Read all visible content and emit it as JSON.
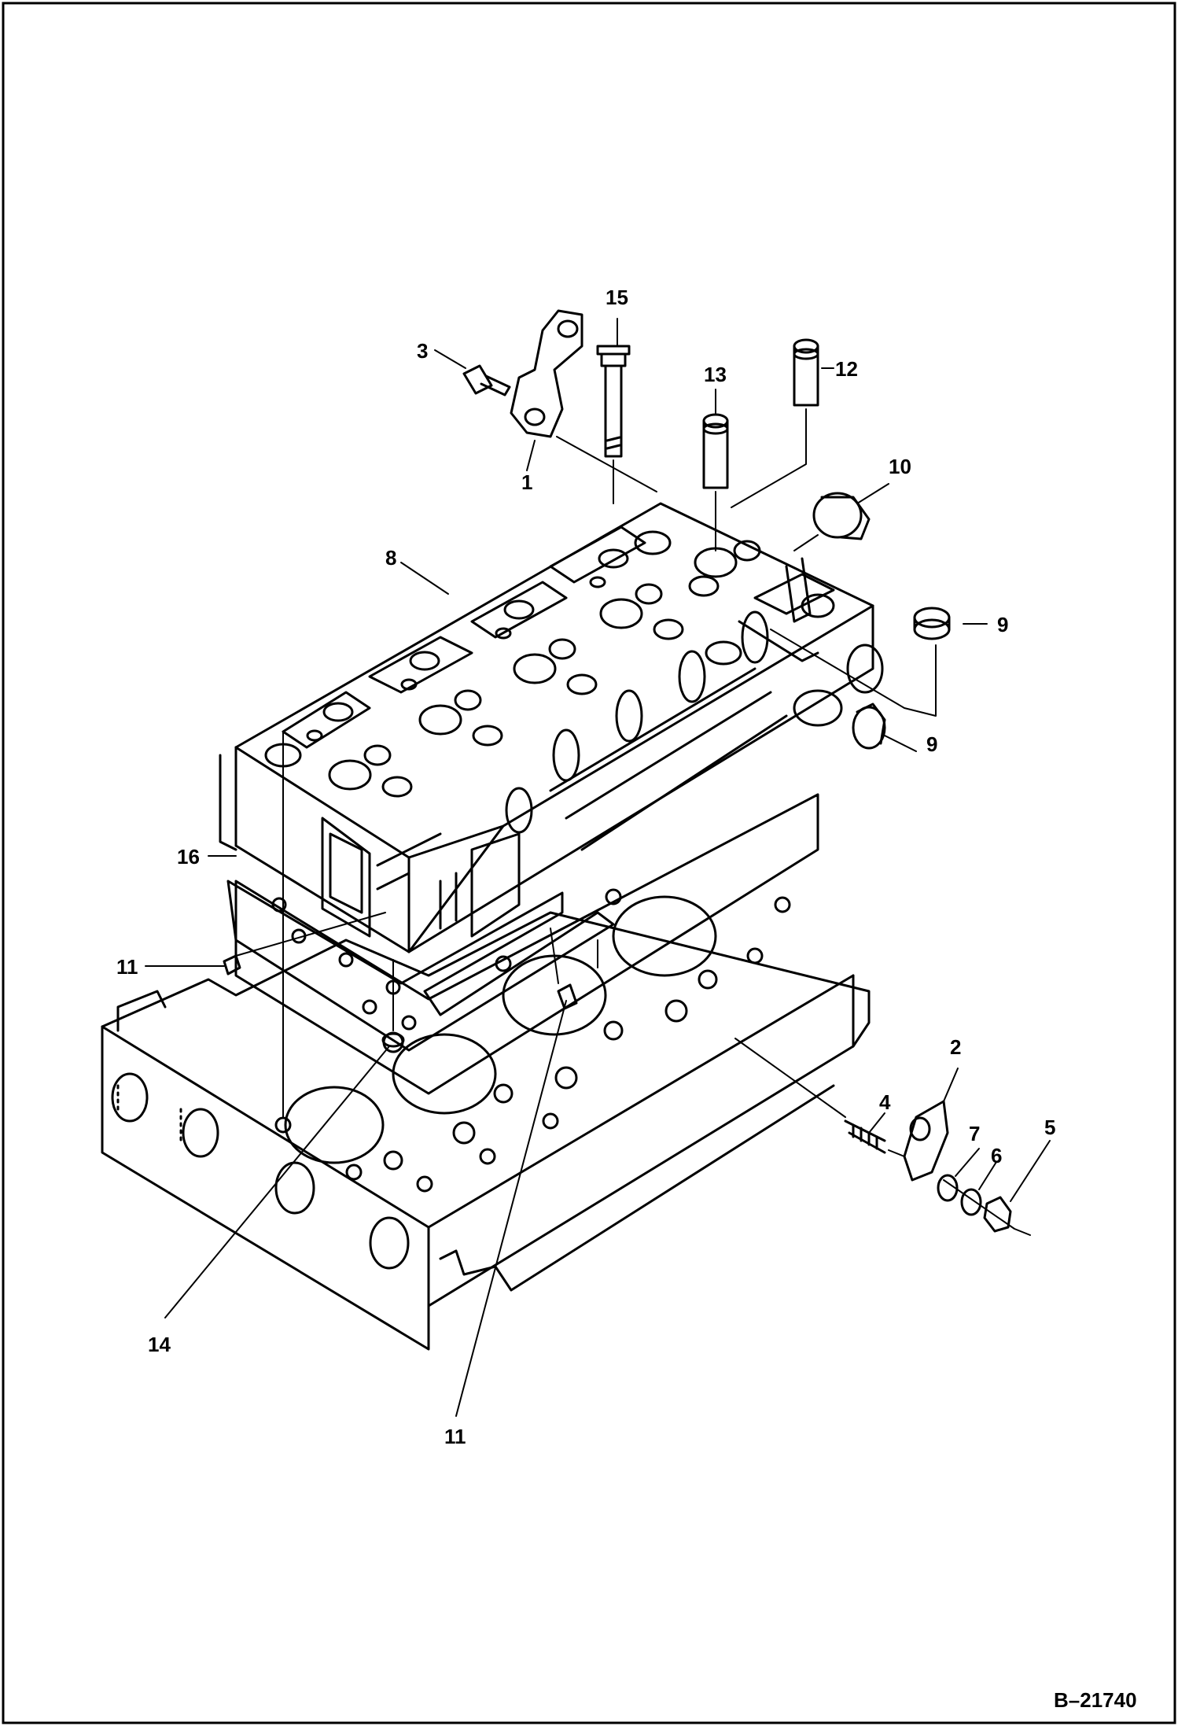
{
  "figure_id": "B–21740",
  "callouts": [
    {
      "id": "c15",
      "text": "15"
    },
    {
      "id": "c3",
      "text": "3"
    },
    {
      "id": "c13",
      "text": "13"
    },
    {
      "id": "c12",
      "text": "12"
    },
    {
      "id": "c1",
      "text": "1"
    },
    {
      "id": "c10",
      "text": "10"
    },
    {
      "id": "c8",
      "text": "8"
    },
    {
      "id": "c9a",
      "text": "9"
    },
    {
      "id": "c9b",
      "text": "9"
    },
    {
      "id": "c16",
      "text": "16"
    },
    {
      "id": "c11a",
      "text": "11"
    },
    {
      "id": "c2",
      "text": "2"
    },
    {
      "id": "c4",
      "text": "4"
    },
    {
      "id": "c7",
      "text": "7"
    },
    {
      "id": "c6",
      "text": "6"
    },
    {
      "id": "c5",
      "text": "5"
    },
    {
      "id": "c14",
      "text": "14"
    },
    {
      "id": "c11b",
      "text": "11"
    }
  ],
  "colors": {
    "ink": "#000000",
    "paper": "#ffffff"
  }
}
